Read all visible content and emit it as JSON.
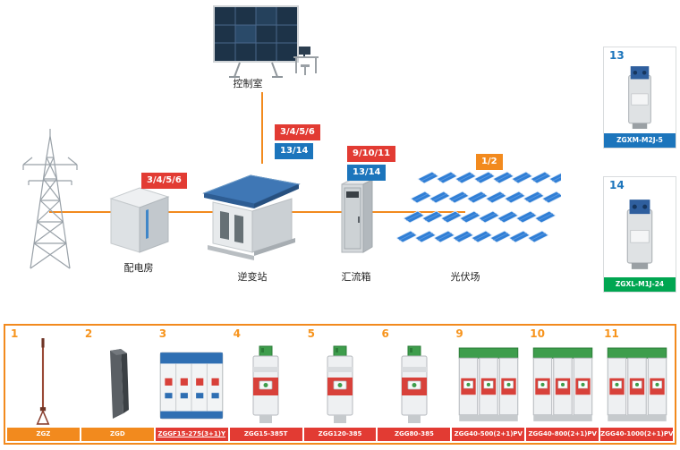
{
  "scene": {
    "control_room_label": "控制室",
    "power_room_label": "配电房",
    "inverter_label": "逆变站",
    "combiner_label": "汇流箱",
    "pv_label": "光伏场",
    "badges": {
      "power_room_red": "3/4/5/6",
      "inverter_red": "3/4/5/6",
      "inverter_blue": "13/14",
      "combiner_red": "9/10/11",
      "combiner_blue": "13/14",
      "pv_orange": "1/2"
    }
  },
  "side_products": [
    {
      "number": "13",
      "model": "ZGXM-M2J-5",
      "label_color": "#1c75bc"
    },
    {
      "number": "14",
      "model": "ZGXL-M1J-24",
      "label_color": "#00a651"
    }
  ],
  "bottom_products": [
    {
      "number": "1",
      "model": "ZGZ",
      "type": "rod",
      "color": "orange"
    },
    {
      "number": "2",
      "model": "ZGD",
      "type": "ground",
      "color": "orange"
    },
    {
      "number": "3",
      "model": "ZGGF15-275(3+1)Y",
      "type": "spd4",
      "color": "red",
      "underline": true
    },
    {
      "number": "4",
      "model": "ZGG15-385T",
      "type": "spd1",
      "color": "red"
    },
    {
      "number": "5",
      "model": "ZGG120-385",
      "type": "spd1",
      "color": "red"
    },
    {
      "number": "6",
      "model": "ZGG80-385",
      "type": "spd1",
      "color": "red"
    },
    {
      "number": "9",
      "model": "ZGG40-500(2+1)PV",
      "type": "spd3",
      "color": "red"
    },
    {
      "number": "10",
      "model": "ZGG40-800(2+1)PV",
      "type": "spd3",
      "color": "red"
    },
    {
      "number": "11",
      "model": "ZGG40-1000(2+1)PV",
      "type": "spd3",
      "color": "red"
    }
  ],
  "colors": {
    "orange": "#f28a1e",
    "red": "#e23b33",
    "blue": "#1c75bc",
    "green": "#00a651",
    "panel_blue": "#307fd6"
  }
}
